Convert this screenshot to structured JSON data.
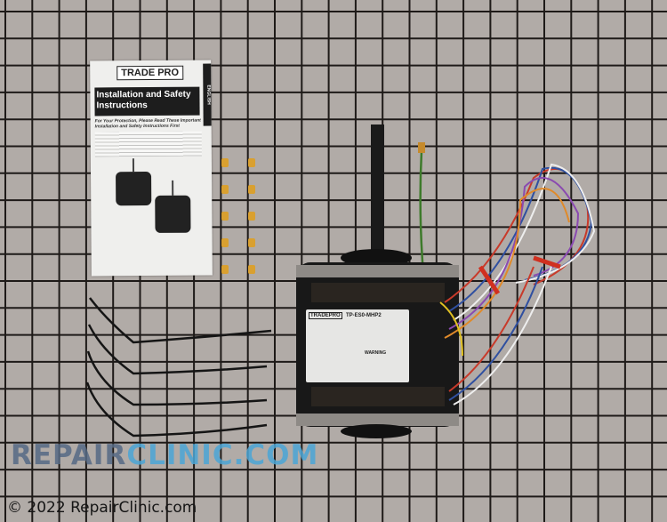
{
  "manual": {
    "brand": "TRADE PRO",
    "title": "Installation and Safety Instructions",
    "subtitle": "For Your Protection, Please Read These Important Installation and Safety Instructions First",
    "language_tab": "ENGLISH"
  },
  "motor_label": {
    "brand": "TRADEPRO",
    "model": "TP-ES0-MHP2",
    "warning": "WARNING"
  },
  "watermark": {
    "part1": "REPAIR",
    "part2": "CLINIC.COM"
  },
  "copyright": "© 2022 RepairClinic.com",
  "colors": {
    "background": "#b1aba7",
    "grid": "#1e1a18",
    "watermark_dark": "#566a85",
    "watermark_light": "#4ca6d6"
  }
}
